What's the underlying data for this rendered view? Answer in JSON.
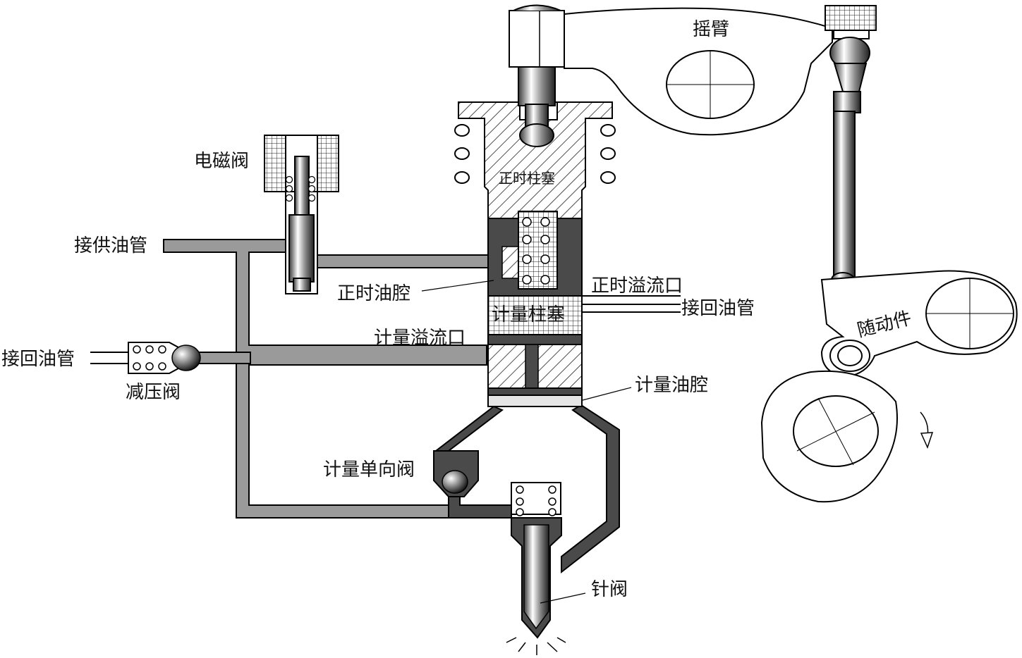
{
  "labels": {
    "rocker_arm": "摇臂",
    "solenoid_valve": "电磁阀",
    "timing_plunger": "正时柱塞",
    "supply_pipe": "接供油管",
    "timing_chamber": "正时油腔",
    "timing_spill_port": "正时溢流口",
    "return_pipe_right": "接回油管",
    "metering_plunger": "计量柱塞",
    "metering_spill_port": "计量溢流口",
    "return_pipe_left": "接回油管",
    "pressure_reducing_valve": "减压阀",
    "metering_chamber": "计量油腔",
    "metering_check_valve": "计量单向阀",
    "needle_valve": "针阀",
    "follower": "随动件"
  },
  "colors": {
    "pipe_fill": "#9a9a9a",
    "dark_fill": "#4a4a4a",
    "hatch": "#222222",
    "line": "#000000"
  }
}
